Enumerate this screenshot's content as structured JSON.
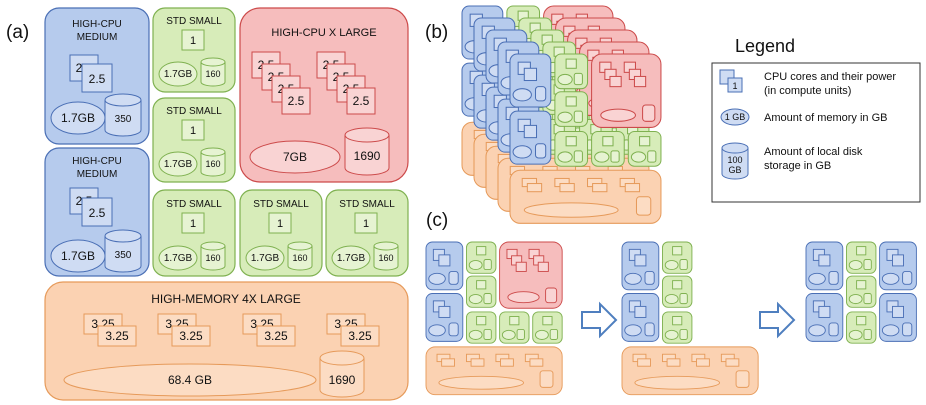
{
  "panel_labels": {
    "a": "(a)",
    "b": "(b)",
    "c": "(c)"
  },
  "legend": {
    "title": "Legend",
    "cpu_icon_value": "1",
    "cpu_text_1": "CPU cores and their power",
    "cpu_text_2": "(in compute units)",
    "mem_icon_value": "1 GB",
    "mem_text": "Amount of memory in GB",
    "disk_icon_value_1": "100",
    "disk_icon_value_2": "GB",
    "disk_text_1": "Amount of local disk",
    "disk_text_2": "storage in GB"
  },
  "instances": {
    "hc_medium": {
      "title_1": "HIGH-CPU",
      "title_2": "MEDIUM",
      "core_value": "2.5",
      "memory": "1.7GB",
      "disk": "350"
    },
    "std_small": {
      "title": "STD SMALL",
      "core_value": "1",
      "memory": "1.7GB",
      "disk": "160"
    },
    "hc_xlarge": {
      "title": "HIGH-CPU X LARGE",
      "core_value": "2.5",
      "memory": "7GB",
      "disk": "1690"
    },
    "hm_4xlarge": {
      "title": "HIGH-MEMORY 4X LARGE",
      "core_value": "3.25",
      "memory": "68.4 GB",
      "disk": "1690"
    }
  },
  "colors": {
    "blue_fill": "#b6cbed",
    "blue_stroke": "#4a6fb5",
    "green_fill": "#d7ecb9",
    "green_stroke": "#7fb150",
    "red_fill": "#f6bdbd",
    "red_stroke": "#cc4a4a",
    "orange_fill": "#fbd2b2",
    "orange_stroke": "#e69a5a",
    "arrow_fill": "#ffffff",
    "arrow_stroke": "#4f7fbf"
  }
}
